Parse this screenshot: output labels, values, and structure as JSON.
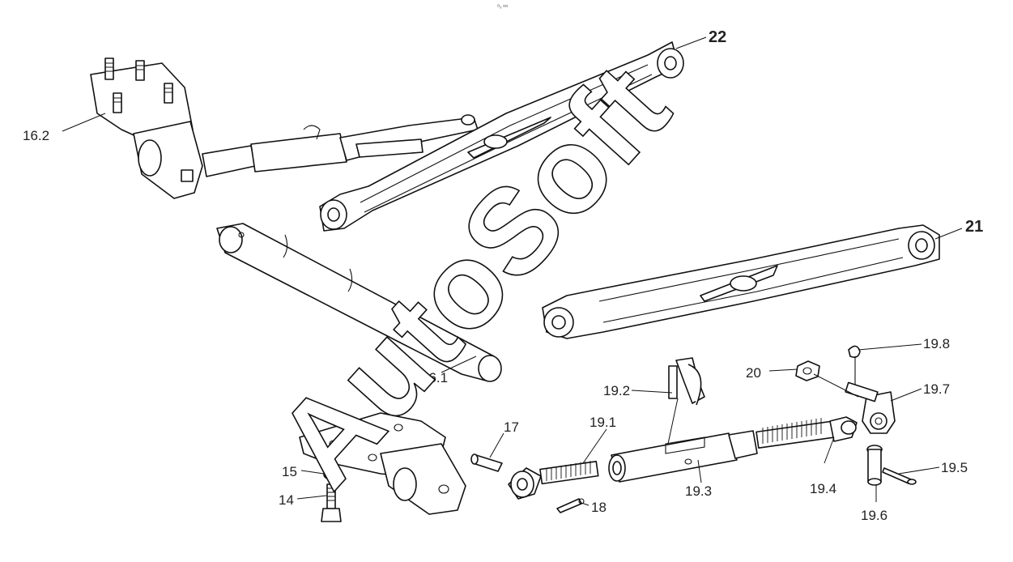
{
  "watermark": "AutoSoft",
  "header_mark": "ᴼ₅ ˢˢˢ",
  "labels": {
    "p14": "14",
    "p15": "15",
    "p16_1": "16.1",
    "p16_2": "16.2",
    "p17": "17",
    "p18": "18",
    "p19_1": "19.1",
    "p19_2": "19.2",
    "p19_3": "19.3",
    "p19_4": "19.4",
    "p19_5": "19.5",
    "p19_6": "19.6",
    "p19_7": "19.7",
    "p19_8": "19.8",
    "p20": "20",
    "p21": "21",
    "p22": "22"
  }
}
